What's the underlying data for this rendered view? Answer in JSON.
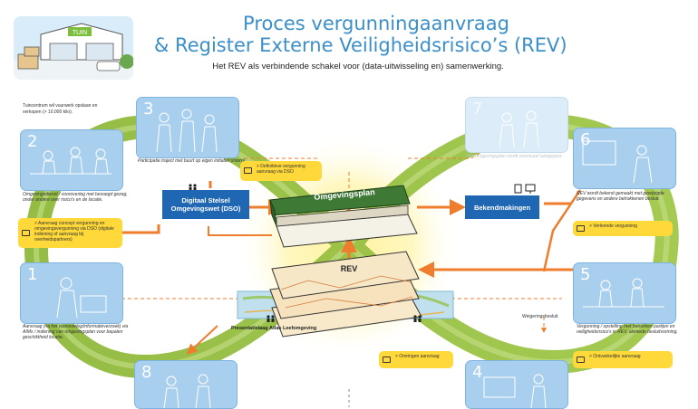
{
  "title_line1": "Proces vergunningaanvraag",
  "title_line2": "& Register Externe Veiligheidsrisico’s (REV)",
  "subtitle": "Het REV als verbindende schakel voor (data-uitwisseling en) samenwerking.",
  "sign_text": "TUIN",
  "intro_text": "Tuincentrum wil vuurwerk opslaan en verkopen (> 10.000 kilo).",
  "panels": [
    {
      "num": "1",
      "caption": "Aanvraag (na het vooroverleg/informatieverzoek) via AIMs / indiening van omgevingsplan voor bepalen geschiktheid locatie."
    },
    {
      "num": "2",
      "caption": "Omgevingsdienst / vooroverleg met bevoegd gezag, onder andere over risico's en de locatie."
    },
    {
      "num": "3",
      "caption": "Participatie traject met buurt op eigen initiatief (intern)."
    },
    {
      "num": "4",
      "caption": ""
    },
    {
      "num": "5",
      "caption": "Vergunning / opstelling met betrokken partijen en veiligheidsrisico's in REV, alsmede besluitvorming."
    },
    {
      "num": "6",
      "caption": "REV wordt bekend gemaakt met gewijzigde gegevens en andere betrokkenen besluit."
    },
    {
      "num": "7",
      "caption": "Het omgevingsplan wordt eventueel aangepast."
    },
    {
      "num": "8",
      "caption": ""
    }
  ],
  "yellow_boxes": [
    {
      "text": "> Definitieve vergunning aanvraag via DSO"
    },
    {
      "text": "> Aanvraag concept vergunning en omgevingsvergunning via DSO (digitale indiening of aanvraag bij overheidspartners)"
    },
    {
      "text": "> Verleende vergunning"
    },
    {
      "text": "> Ontvankelijke aanvraag"
    },
    {
      "text": "> Omringen aanvraag"
    }
  ],
  "dso_label": "Digitaal Stelsel Omgevingswet (DSO)",
  "bekend_label": "Bekendmakingen",
  "book_title": "Omgevingsplan",
  "rev_label": "REV",
  "atlas_label": "Presentatielaag Atlas Leefomgeving",
  "weiger_label": "Weigeringsbesluit",
  "colors": {
    "title_blue": "#3b8fc9",
    "panel_blue": "#a9cfee",
    "dark_blue": "#1f67b3",
    "loop_green": "#94be3f",
    "arrow_orange": "#ef7d2e",
    "yellow": "#ffd83a",
    "book_green": "#3e7a36"
  }
}
